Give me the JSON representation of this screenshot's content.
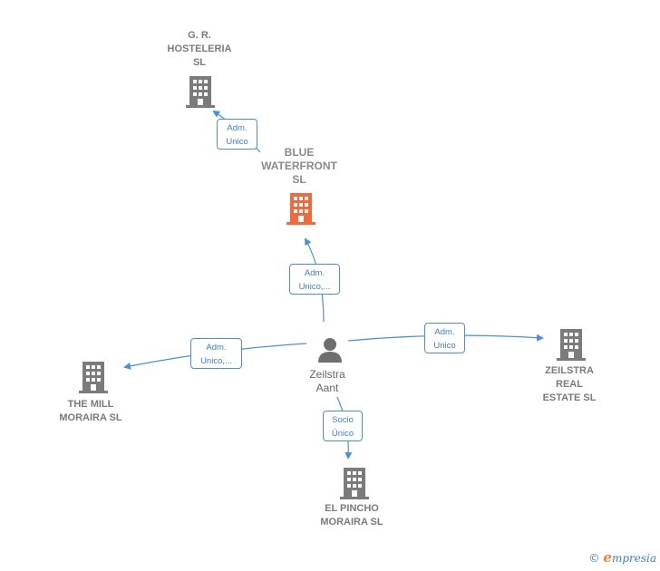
{
  "colors": {
    "edge": "#4a8fdc",
    "building": "#7b7b7b",
    "focus_building": "#f26a3c",
    "person": "#6e6e6e"
  },
  "nodes": {
    "gr_hosteleria": {
      "label": "G. R.\nHOSTELERIA\nSL",
      "icon": "building-icon"
    },
    "blue_waterfront": {
      "label": "BLUE\nWATERFRONT\nSL",
      "icon": "building-icon"
    },
    "zeilstra_aant": {
      "label": "Zeilstra\nAant",
      "icon": "person-icon"
    },
    "the_mill": {
      "label": "THE MILL\nMORAIRA  SL",
      "icon": "building-icon"
    },
    "zeilstra_real_estate": {
      "label": "ZEILSTRA\nREAL\nESTATE SL",
      "icon": "building-icon"
    },
    "el_pincho": {
      "label": "EL PINCHO\nMORAIRA  SL",
      "icon": "building-icon"
    }
  },
  "edges": {
    "blue_to_gr": "Adm.\nUnico",
    "aant_to_blue": "Adm.\nUnico,...",
    "aant_to_mill": "Adm.\nUnico,...",
    "aant_to_real_estate": "Adm.\nUnico",
    "aant_to_pincho": "Socio\nÚnico"
  },
  "footer": {
    "copyright": "©",
    "brand_e": "e",
    "brand_rest": "mpresia"
  }
}
